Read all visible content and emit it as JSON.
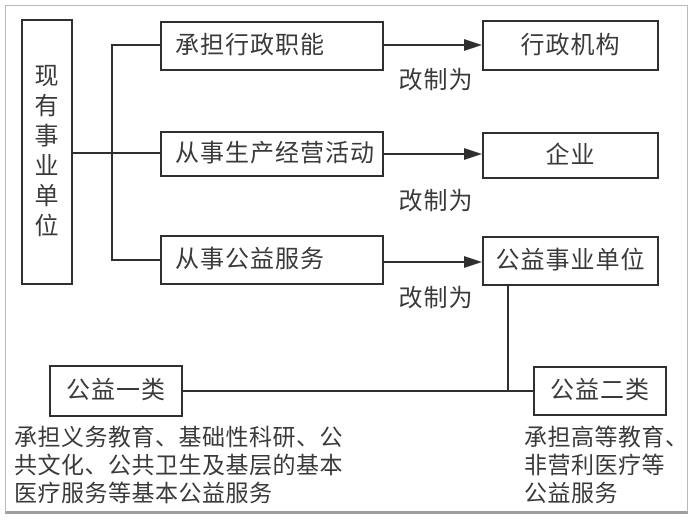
{
  "diagram": {
    "root": {
      "label": "现有事业单位"
    },
    "branches": [
      {
        "source": "承担行政职能",
        "arrow": "改制为",
        "target": "行政机构"
      },
      {
        "source": "从事生产经营活动",
        "arrow": "改制为",
        "target": "企业"
      },
      {
        "source": "从事公益服务",
        "arrow": "改制为",
        "target": "公益事业单位"
      }
    ],
    "categories": [
      {
        "label": "公益一类",
        "note": "承担义务教育、基础性科研、公\n共文化、公共卫生及基层的基本\n医疗服务等基本公益服务"
      },
      {
        "label": "公益二类",
        "note": "承担高等教育、\n非营利医疗等\n公益服务"
      }
    ],
    "colors": {
      "line": "#2f2f2f",
      "text": "#3a3a3a",
      "frame": "#b9b9b9"
    }
  }
}
